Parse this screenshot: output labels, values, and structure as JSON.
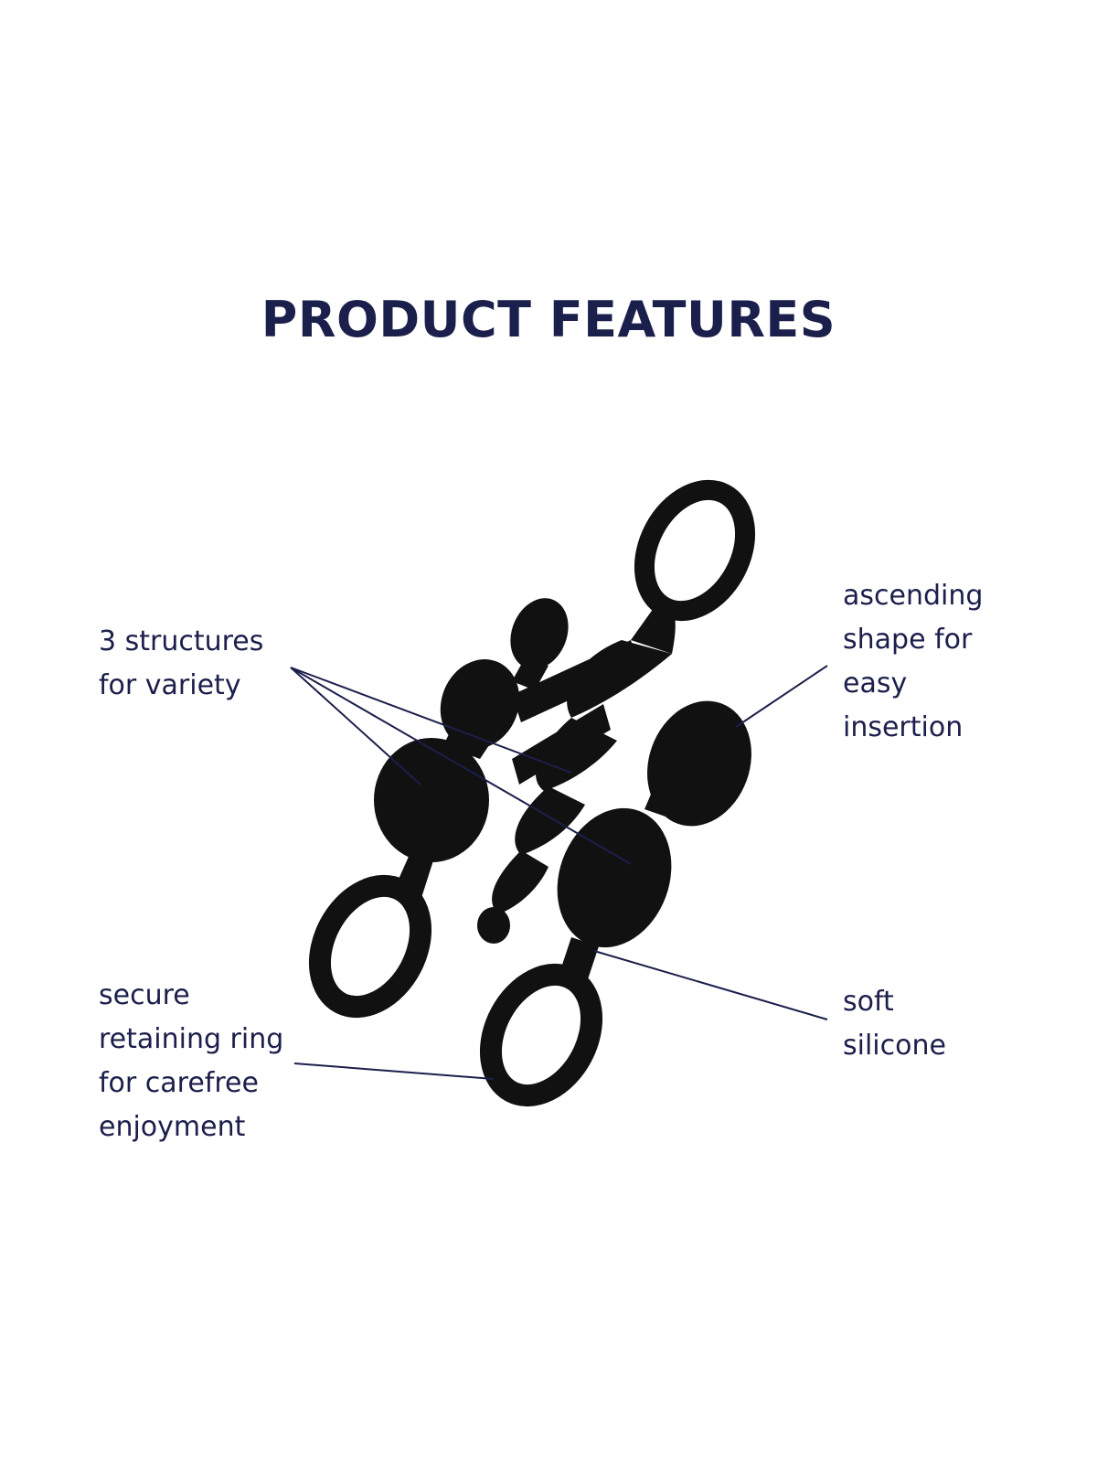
{
  "title": "PRODUCT FEATURES",
  "colors": {
    "text": "#1b1f4b",
    "line": "#1b1f4b",
    "product": "#111111",
    "background": "#ffffff"
  },
  "callouts": {
    "structures": {
      "lines": [
        "3 structures",
        "for variety"
      ]
    },
    "ascending": {
      "lines": [
        "ascending",
        "shape for",
        "easy",
        "insertion"
      ]
    },
    "ring": {
      "lines": [
        "secure",
        "retaining ring",
        "for carefree",
        "enjoyment"
      ]
    },
    "silicone": {
      "lines": [
        "soft",
        "silicone"
      ]
    }
  }
}
